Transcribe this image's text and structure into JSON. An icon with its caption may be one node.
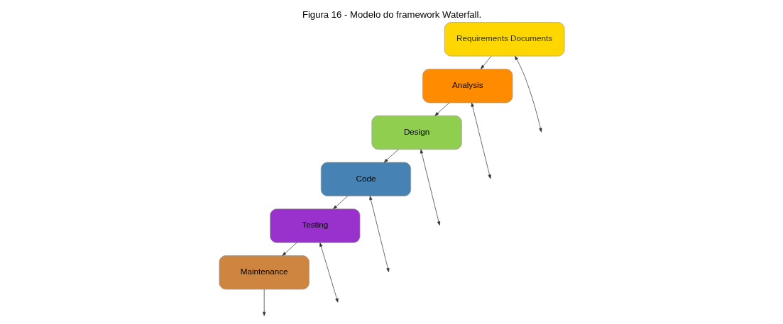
{
  "diagram": {
    "title": "Figura 16 - Modelo do framework Waterfall.",
    "nodes": [
      {
        "text": [
          "Requirements Documents"
        ]
      },
      {
        "text": [
          "Analysis"
        ]
      },
      {
        "text": [
          "Design"
        ]
      },
      {
        "text": [
          "Code"
        ]
      },
      {
        "text": [
          "Testing"
        ]
      },
      {
        "text": [
          "Maintenance"
        ]
      }
    ],
    "edges": [
      {
        "from": 0,
        "to": 1,
        "arrow": "to"
      },
      {
        "from": 1,
        "to": 2,
        "arrow": "to"
      },
      {
        "from": 2,
        "to": 3,
        "arrow": "to"
      },
      {
        "from": 3,
        "to": 4,
        "arrow": "to"
      },
      {
        "from": 4,
        "to": 5,
        "arrow": "to"
      },
      {
        "from": 0,
        "to": null,
        "arrow": "both"
      },
      {
        "from": 1,
        "to": null,
        "arrow": "both"
      },
      {
        "from": 2,
        "to": null,
        "arrow": "both"
      },
      {
        "from": 3,
        "to": null,
        "arrow": "both"
      },
      {
        "from": 4,
        "to": null,
        "arrow": "both"
      },
      {
        "from": 5,
        "to": null,
        "arrow": "to"
      }
    ]
  }
}
